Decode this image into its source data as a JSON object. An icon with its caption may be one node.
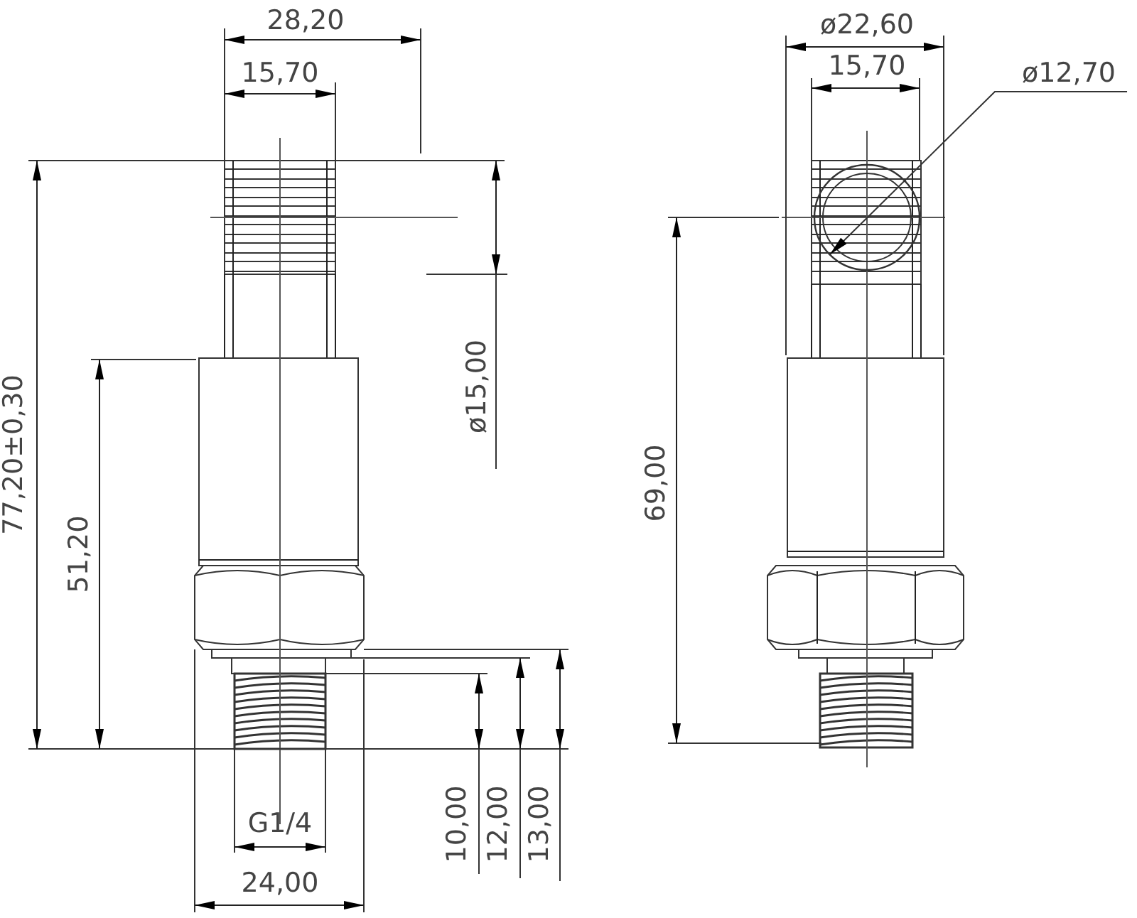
{
  "diagram": {
    "nodes": [
      {
        "text": [
          "ø12,70"
        ]
      },
      {
        "text": [],
        "shape": "circle"
      }
    ],
    "edges": [
      {
        "from": 0,
        "to": 1,
        "arrow": "to"
      }
    ],
    "labels": [
      "28,20",
      "15,70",
      "ø22,60",
      "15,70",
      "77,20±0,30",
      "ø15,00",
      "51,20",
      "69,00",
      "G1/4",
      "10,00",
      "12,00",
      "13,00",
      "24,00"
    ]
  }
}
